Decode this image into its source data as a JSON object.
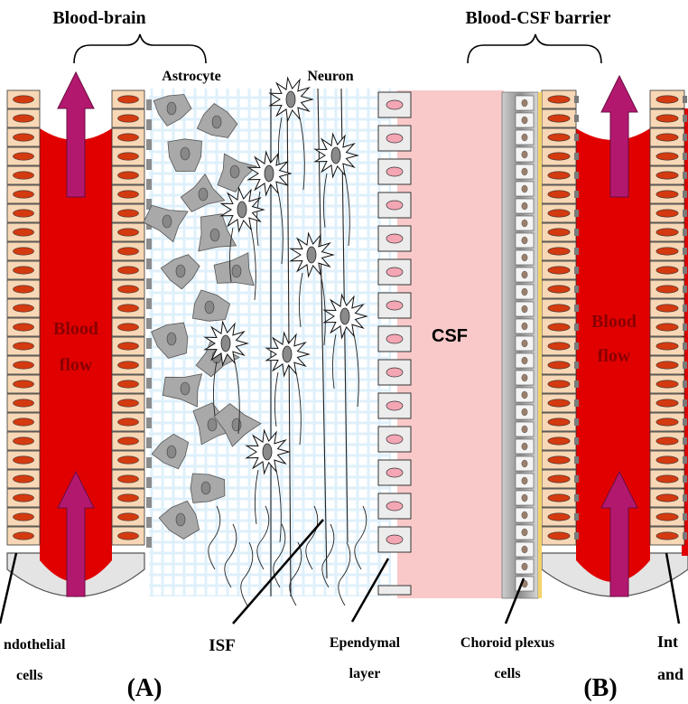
{
  "labels": {
    "title_left": "Blood-brain",
    "title_right": "Blood-CSF barrier",
    "astrocyte": "Astrocyte",
    "neuron": "Neuron",
    "blood_flow_left_1": "Blood",
    "blood_flow_left_2": "flow",
    "blood_flow_right_1": "Blood",
    "blood_flow_right_2": "flow",
    "csf": "CSF",
    "endothelial_1": "ndothelial",
    "endothelial_2": "cells",
    "isf": "ISF",
    "ependymal_1": "Ependymal",
    "ependymal_2": "layer",
    "choroid_1": "Choroid plexus",
    "choroid_2": "cells",
    "panel_a": "(A)",
    "panel_b": "(B)",
    "int_1": "Int",
    "int_2": "and"
  },
  "colors": {
    "blood": "#e10000",
    "cell_fill": "#f7d7b5",
    "nucleus": "#d43a10",
    "arrow": "#b3186f",
    "astrocyte": "#a9a9a9",
    "csf": "#f9c9c9",
    "isf_bg": "#dff0fb",
    "ependymal_nucleus": "#f4a6b4"
  }
}
